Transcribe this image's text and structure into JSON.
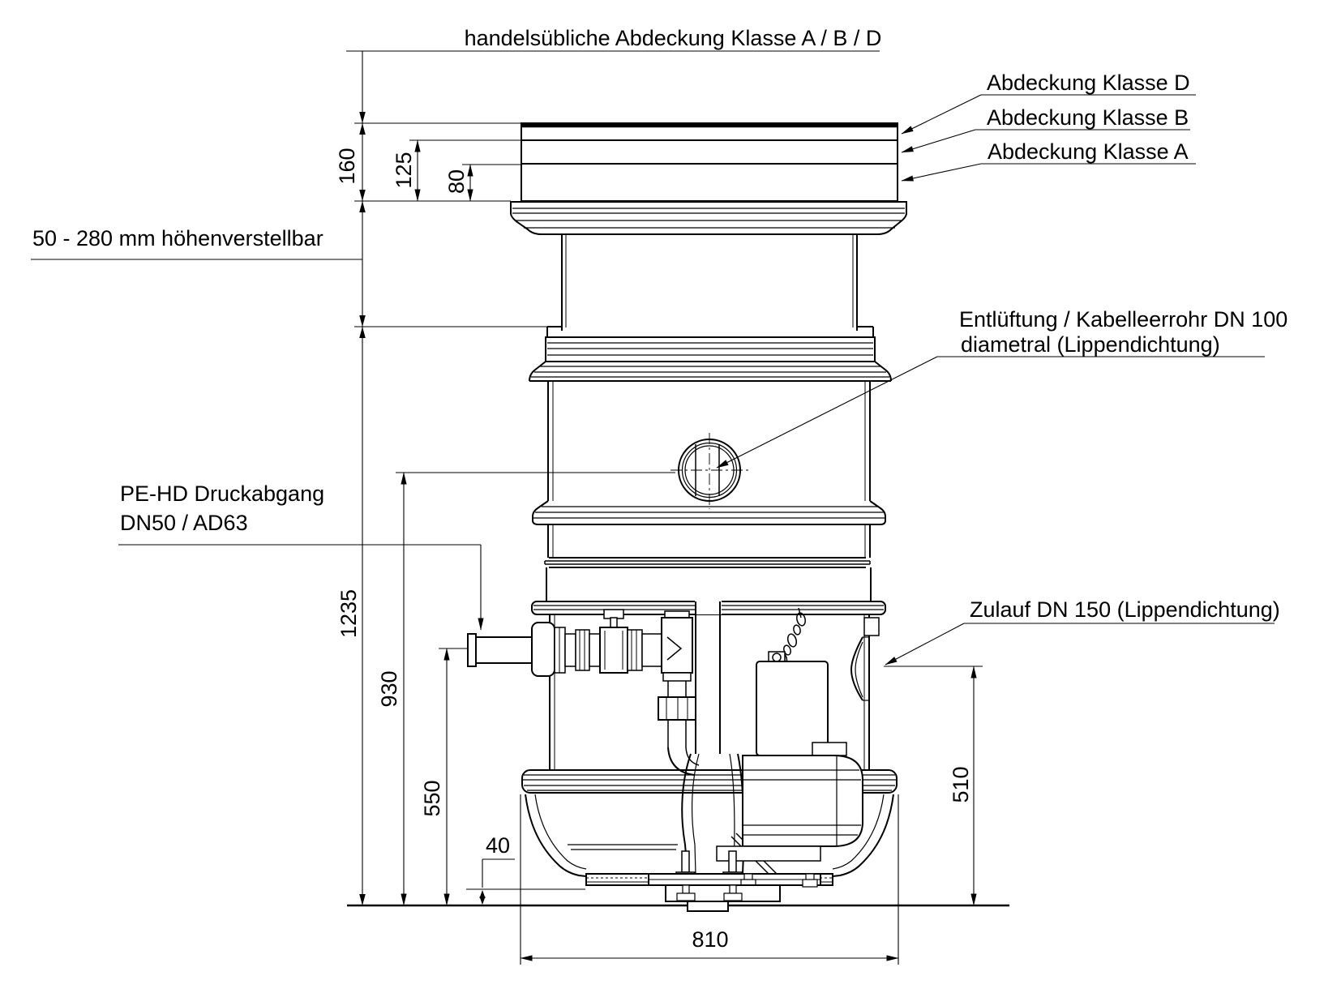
{
  "page": {
    "background": "#ffffff"
  },
  "drawing": {
    "line_color": "#000000",
    "top_note": "handelsübliche Abdeckung Klasse A / B / D",
    "cover_labels": {
      "class_d": "Abdeckung Klasse D",
      "class_b": "Abdeckung Klasse B",
      "class_a": "Abdeckung Klasse A"
    },
    "side_labels": {
      "height_adjustable": "50 - 280 mm höhenverstellbar",
      "vent_line1": "Entlüftung / Kabelleerrohr DN 100",
      "vent_line2": "diametral (Lippendichtung)",
      "pressure_outlet_line1": "PE-HD Druckabgang",
      "pressure_outlet_line2": "DN50 / AD63",
      "inlet": "Zulauf DN 150 (Lippendichtung)"
    },
    "dimensions": {
      "cover_recess_total": "160",
      "cover_recess_b": "125",
      "cover_recess_a": "80",
      "total_height": "1235",
      "vent_center_height": "930",
      "outlet_center_height": "550",
      "bottom_clearance": "40",
      "inlet_center_height": "510",
      "base_diameter": "810"
    }
  }
}
